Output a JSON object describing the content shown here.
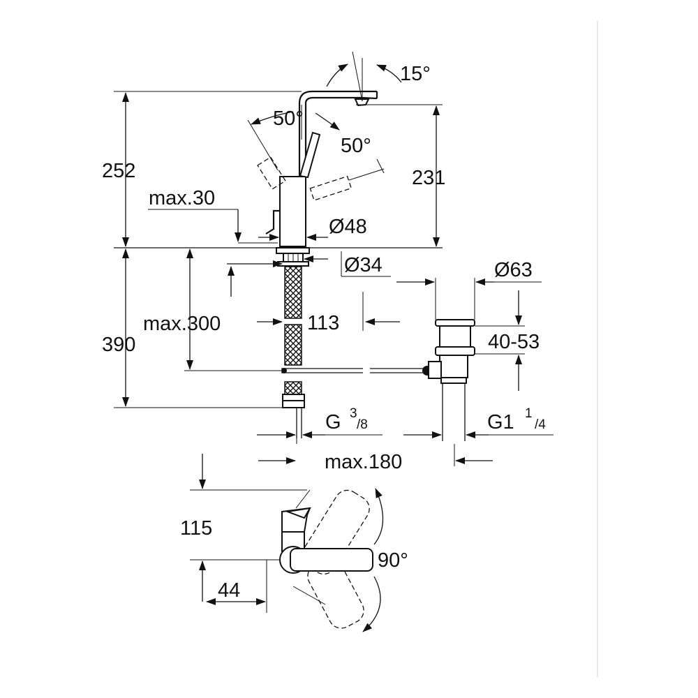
{
  "colors": {
    "stroke": "#111111",
    "background": "#ffffff",
    "frame": "#cccccc"
  },
  "dimensions": {
    "total_height": "252",
    "spout_height": "231",
    "spout_angle": "15°",
    "lever_angle_left": "50°",
    "lever_angle_right": "50°",
    "deck_thickness": "max.30",
    "body_diameter": "Ø48",
    "hole_diameter": "Ø34",
    "waste_diameter": "Ø63",
    "hose_length": "max.300",
    "hose_offset": "113",
    "below_deck": "390",
    "waste_adjust": "40-53",
    "inlet_thread_base": "G",
    "inlet_thread_num": "3",
    "inlet_thread_den": "/8",
    "waste_thread_base": "G1",
    "waste_thread_num": "1",
    "waste_thread_den": "/4",
    "waste_projection": "max.180",
    "plan_depth": "115",
    "plan_offset": "44",
    "swivel_angle": "90°"
  }
}
